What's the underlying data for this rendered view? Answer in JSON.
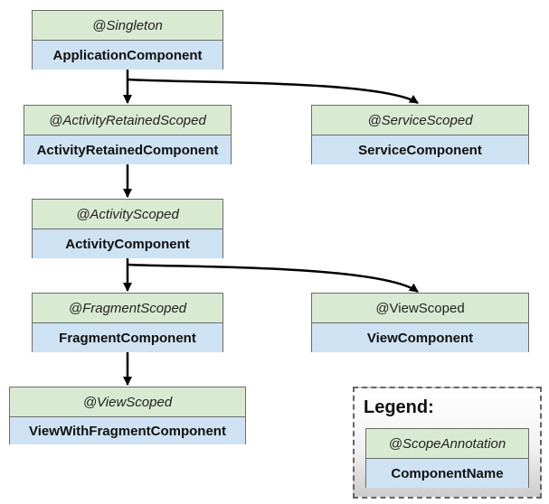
{
  "nodes": {
    "application": {
      "scope": "@Singleton",
      "name": "ApplicationComponent"
    },
    "activity_retained": {
      "scope": "@ActivityRetainedScoped",
      "name": "ActivityRetainedComponent"
    },
    "service": {
      "scope": "@ServiceScoped",
      "name": "ServiceComponent"
    },
    "activity": {
      "scope": "@ActivityScoped",
      "name": "ActivityComponent"
    },
    "fragment": {
      "scope": "@FragmentScoped",
      "name": "FragmentComponent"
    },
    "view": {
      "scope": "@ViewScoped",
      "name": "ViewComponent"
    },
    "view_with_fragment": {
      "scope": "@ViewScoped",
      "name": "ViewWithFragmentComponent"
    }
  },
  "edges": [
    {
      "from": "application",
      "to": "activity_retained"
    },
    {
      "from": "application",
      "to": "service"
    },
    {
      "from": "activity_retained",
      "to": "activity"
    },
    {
      "from": "activity",
      "to": "fragment"
    },
    {
      "from": "activity",
      "to": "view"
    },
    {
      "from": "fragment",
      "to": "view_with_fragment"
    }
  ],
  "legend": {
    "title": "Legend:",
    "scope": "@ScopeAnnotation",
    "name": "ComponentName"
  },
  "colors": {
    "scope_fill": "#d9ead3",
    "component_fill": "#cfe2f3",
    "border": "#6b6b6b",
    "arrow": "#000000"
  }
}
